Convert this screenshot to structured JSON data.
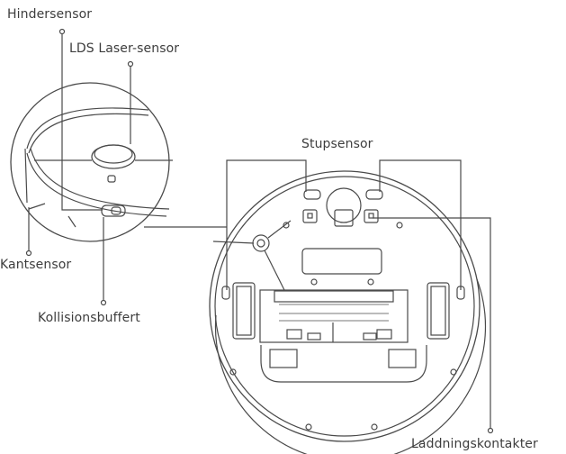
{
  "diagram": {
    "subject": "Robot vacuum sensors overview",
    "views": [
      "top-side view",
      "bottom view"
    ],
    "labels": {
      "hindersensor": "Hindersensor",
      "lds_laser_sensor": "LDS Laser-sensor",
      "kantsensor": "Kantsensor",
      "kollisionsbuffert": "Kollisionsbuffert",
      "stupsensor": "Stupsensor",
      "laddningskontakter": "Laddningskontakter"
    },
    "colors": {
      "line": "#4a4a4a",
      "text": "#3d3d3d",
      "background": "#ffffff"
    }
  }
}
